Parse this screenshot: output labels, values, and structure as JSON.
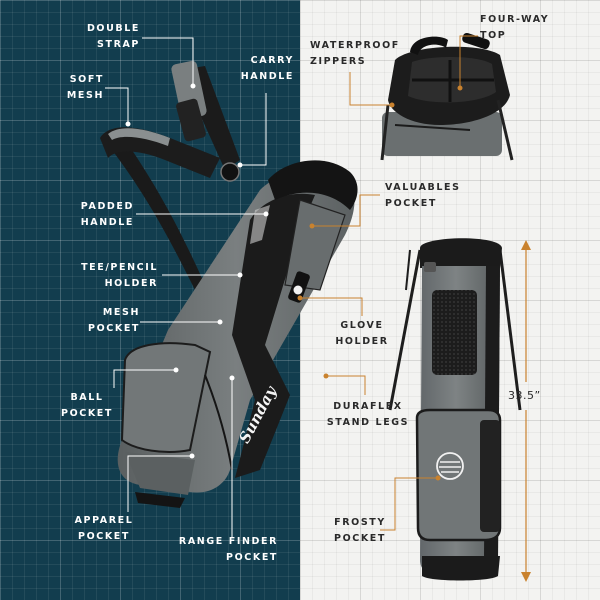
{
  "labels": {
    "double_strap": [
      "DOUBLE",
      "STRAP"
    ],
    "carry_handle": [
      "CARRY",
      "HANDLE"
    ],
    "soft_mesh": [
      "SOFT",
      "MESH"
    ],
    "padded_handle": [
      "PADDED",
      "HANDLE"
    ],
    "tee_pencil_holder": [
      "TEE/PENCIL",
      "HOLDER"
    ],
    "mesh_pocket": [
      "MESH",
      "POCKET"
    ],
    "ball_pocket": [
      "BALL",
      "POCKET"
    ],
    "apparel_pocket": [
      "APPAREL",
      "POCKET"
    ],
    "range_finder_pocket": [
      "RANGE FINDER",
      "POCKET"
    ],
    "waterproof_zippers": [
      "WATERPROOF",
      "ZIPPERS"
    ],
    "four_way_top": [
      "FOUR-WAY",
      "TOP"
    ],
    "valuables_pocket": [
      "VALUABLES",
      "POCKET"
    ],
    "glove_holder": [
      "GLOVE",
      "HOLDER"
    ],
    "duraflex_stand_legs": [
      "DURAFLEX",
      "STAND LEGS"
    ],
    "frosty_pocket": [
      "FROSTY",
      "POCKET"
    ]
  },
  "dimension": "33.5”",
  "brand_wordmark": "Sunday",
  "colors": {
    "left_background": "#123d4e",
    "right_background": "#f3f3f1",
    "leader_line_light": "#ffffff",
    "leader_line_accent": "#c9822e",
    "bag_body": "#6e7374",
    "bag_trim": "#1b1b1b"
  }
}
